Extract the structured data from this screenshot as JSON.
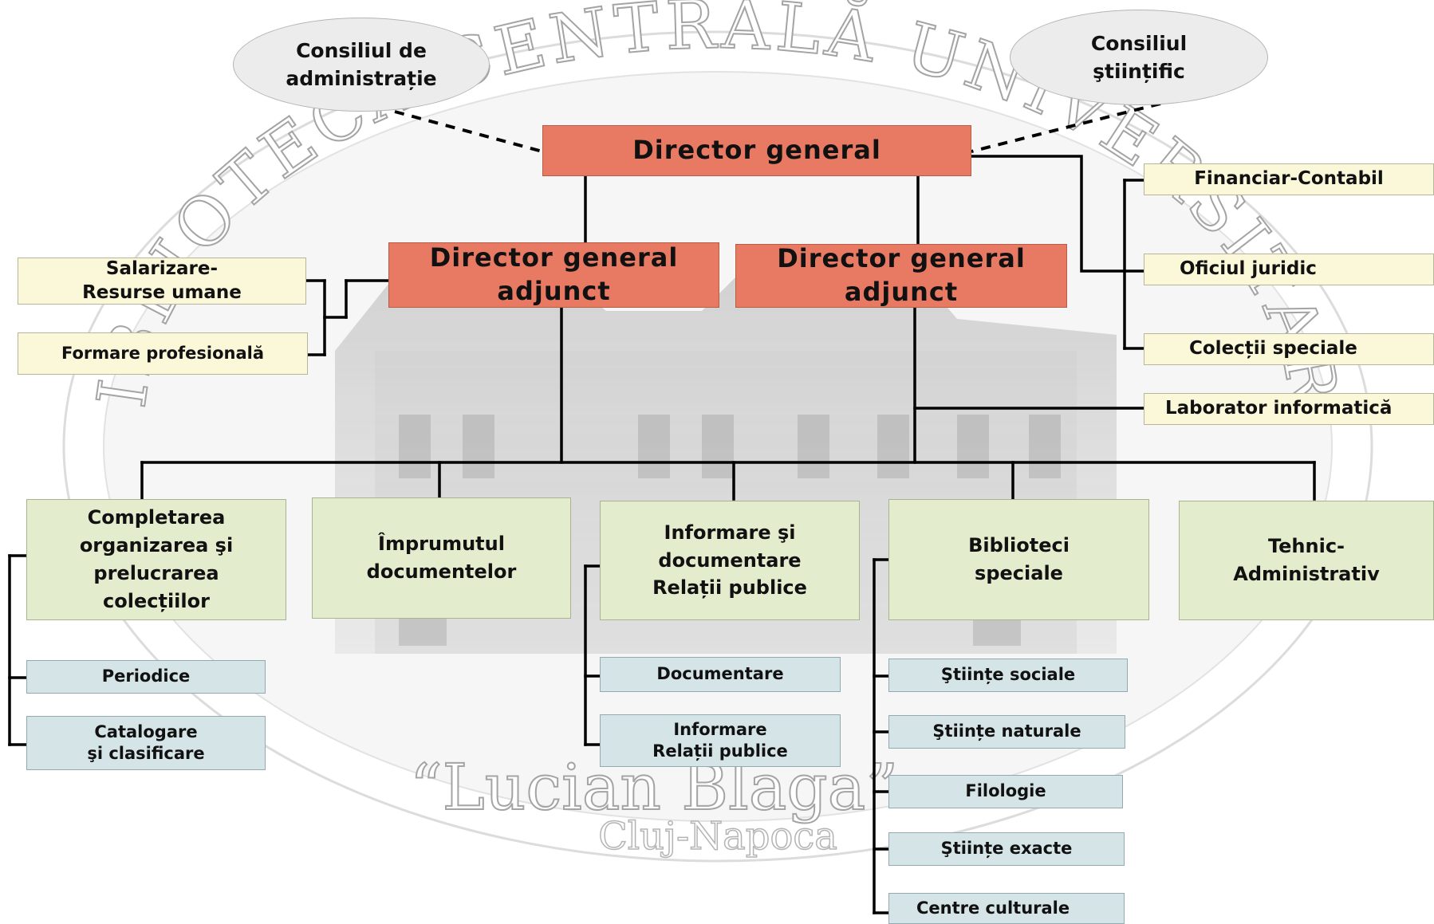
{
  "councils": {
    "administratie": "Consiliul de\nadministrație",
    "stiintific": "Consiliul\nştiințific"
  },
  "directors": {
    "general": "Director general",
    "adjunct_left": "Director general\nadjunct",
    "adjunct_right": "Director general\nadjunct"
  },
  "staff": {
    "salarizare": "Salarizare-\nResurse umane",
    "formare": "Formare profesională",
    "financiar": "Financiar-Contabil",
    "juridic": "Oficiul juridic",
    "colectii": "Colecții speciale",
    "laborator": "Laborator informatică"
  },
  "departments": {
    "completarea": "Completarea\norganizarea şi\nprelucrarea\ncolecțiilor",
    "imprumutul": "Împrumutul\ndocumentelor",
    "informare": "Informare şi\ndocumentare\nRelații publice",
    "biblioteci": "Biblioteci\nspeciale",
    "tehnic": "Tehnic-\nAdministrativ"
  },
  "units": {
    "periodice": "Periodice",
    "catalogare": "Catalogare\nşi clasificare",
    "documentare": "Documentare",
    "informare_relatii": "Informare\nRelații publice",
    "stiinte_sociale": "Ştiințe sociale",
    "stiinte_naturale": "Ştiințe naturale",
    "filologie": "Filologie",
    "stiinte_exacte": "Ştiințe exacte",
    "centre_culturale": "Centre culturale"
  },
  "watermark": {
    "arc_text": "BIBLIOTECA CENTRALĂ UNIVERSITARĂ",
    "name": "“Lucian Blaga”",
    "city": "Cluj-Napoca"
  },
  "colors": {
    "director_fill": "#e87a64",
    "staff_fill": "#fbf8da",
    "department_fill": "#e3eccd",
    "unit_fill": "#d4e4e7",
    "line": "#000000"
  }
}
